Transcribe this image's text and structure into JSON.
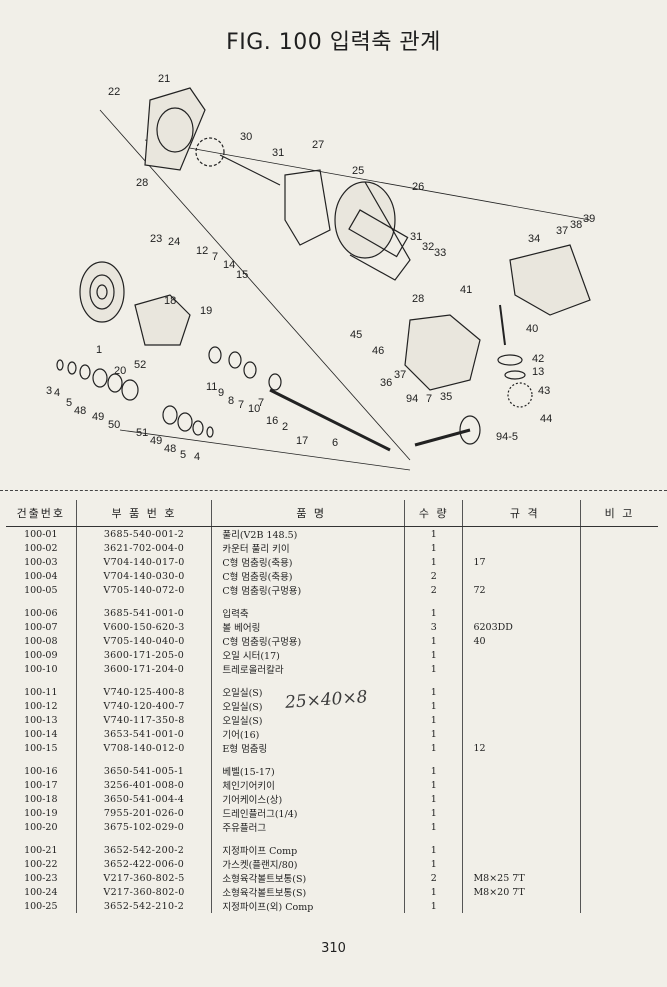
{
  "title": "FIG. 100 입력축 관계",
  "callouts": [
    {
      "n": "22"
    },
    {
      "n": "21"
    },
    {
      "n": "30"
    },
    {
      "n": "31"
    },
    {
      "n": "27"
    },
    {
      "n": "25"
    },
    {
      "n": "26"
    },
    {
      "n": "28"
    },
    {
      "n": "23"
    },
    {
      "n": "24"
    },
    {
      "n": "12"
    },
    {
      "n": "7"
    },
    {
      "n": "14"
    },
    {
      "n": "15"
    },
    {
      "n": "31"
    },
    {
      "n": "32"
    },
    {
      "n": "33"
    },
    {
      "n": "34"
    },
    {
      "n": "37"
    },
    {
      "n": "38"
    },
    {
      "n": "39"
    },
    {
      "n": "41"
    },
    {
      "n": "28"
    },
    {
      "n": "18"
    },
    {
      "n": "19"
    },
    {
      "n": "40"
    },
    {
      "n": "45"
    },
    {
      "n": "46"
    },
    {
      "n": "1"
    },
    {
      "n": "20"
    },
    {
      "n": "52"
    },
    {
      "n": "42"
    },
    {
      "n": "13"
    },
    {
      "n": "36"
    },
    {
      "n": "37"
    },
    {
      "n": "3"
    },
    {
      "n": "4"
    },
    {
      "n": "5"
    },
    {
      "n": "48"
    },
    {
      "n": "49"
    },
    {
      "n": "50"
    },
    {
      "n": "11"
    },
    {
      "n": "9"
    },
    {
      "n": "8"
    },
    {
      "n": "7"
    },
    {
      "n": "10"
    },
    {
      "n": "7"
    },
    {
      "n": "16"
    },
    {
      "n": "2"
    },
    {
      "n": "94"
    },
    {
      "n": "7"
    },
    {
      "n": "35"
    },
    {
      "n": "43"
    },
    {
      "n": "44"
    },
    {
      "n": "51"
    },
    {
      "n": "49"
    },
    {
      "n": "48"
    },
    {
      "n": "5"
    },
    {
      "n": "4"
    },
    {
      "n": "17"
    },
    {
      "n": "6"
    },
    {
      "n": "94-5"
    }
  ],
  "table": {
    "headers": [
      "건출번호",
      "부 품 번 호",
      "품 명",
      "수 량",
      "규 격",
      "비 고"
    ],
    "rows": [
      [
        "100-01",
        "3685-540-001-2",
        "풀리(V2B 148.5)",
        "1",
        "",
        ""
      ],
      [
        "100-02",
        "3621-702-004-0",
        "카운터 풀리 키이",
        "1",
        "",
        ""
      ],
      [
        "100-03",
        "V704-140-017-0",
        "C형 멈춤링(축용)",
        "1",
        "17",
        ""
      ],
      [
        "100-04",
        "V704-140-030-0",
        "C형 멈춤링(축용)",
        "2",
        "",
        ""
      ],
      [
        "100-05",
        "V705-140-072-0",
        "C형 멈춤링(구멍용)",
        "2",
        "72",
        ""
      ],
      [
        "",
        "",
        "",
        "",
        "",
        ""
      ],
      [
        "100-06",
        "3685-541-001-0",
        "입력축",
        "1",
        "",
        ""
      ],
      [
        "100-07",
        "V600-150-620-3",
        "볼 베어링",
        "3",
        "6203DD",
        ""
      ],
      [
        "100-08",
        "V705-140-040-0",
        "C형 멈춤링(구멍용)",
        "1",
        "40",
        ""
      ],
      [
        "100-09",
        "3600-171-205-0",
        "오일 시터(17)",
        "1",
        "",
        ""
      ],
      [
        "100-10",
        "3600-171-204-0",
        "트레로올러칼라",
        "1",
        "",
        ""
      ],
      [
        "",
        "",
        "",
        "",
        "",
        ""
      ],
      [
        "100-11",
        "V740-125-400-8",
        "오일실(S)",
        "1",
        "",
        ""
      ],
      [
        "100-12",
        "V740-120-400-7",
        "오일실(S)",
        "1",
        "",
        ""
      ],
      [
        "100-13",
        "V740-117-350-8",
        "오일실(S)",
        "1",
        "",
        ""
      ],
      [
        "100-14",
        "3653-541-001-0",
        "기어(16)",
        "1",
        "",
        ""
      ],
      [
        "100-15",
        "V708-140-012-0",
        "E형 멈춤링",
        "1",
        "12",
        ""
      ],
      [
        "",
        "",
        "",
        "",
        "",
        ""
      ],
      [
        "100-16",
        "3650-541-005-1",
        "베벨(15-17)",
        "1",
        "",
        ""
      ],
      [
        "100-17",
        "3256-401-008-0",
        "체인기어키이",
        "1",
        "",
        ""
      ],
      [
        "100-18",
        "3650-541-004-4",
        "기어케이스(상)",
        "1",
        "",
        ""
      ],
      [
        "100-19",
        "7955-201-026-0",
        "드레인플러그(1/4)",
        "1",
        "",
        ""
      ],
      [
        "100-20",
        "3675-102-029-0",
        "주유플러그",
        "1",
        "",
        ""
      ],
      [
        "",
        "",
        "",
        "",
        "",
        ""
      ],
      [
        "100-21",
        "3652-542-200-2",
        "지정파이프 Comp",
        "1",
        "",
        ""
      ],
      [
        "100-22",
        "3652-422-006-0",
        "가스켓(플랜지/80)",
        "1",
        "",
        ""
      ],
      [
        "100-23",
        "V217-360-802-5",
        "소형육각볼트보통(S)",
        "2",
        "M8×25 7T",
        ""
      ],
      [
        "100-24",
        "V217-360-802-0",
        "소형육각볼트보통(S)",
        "1",
        "M8×20 7T",
        ""
      ],
      [
        "100-25",
        "3652-542-210-2",
        "지정파이프(외) Comp",
        "1",
        "",
        ""
      ]
    ]
  },
  "handwritten_note": "25×40×8",
  "page_number": "310"
}
